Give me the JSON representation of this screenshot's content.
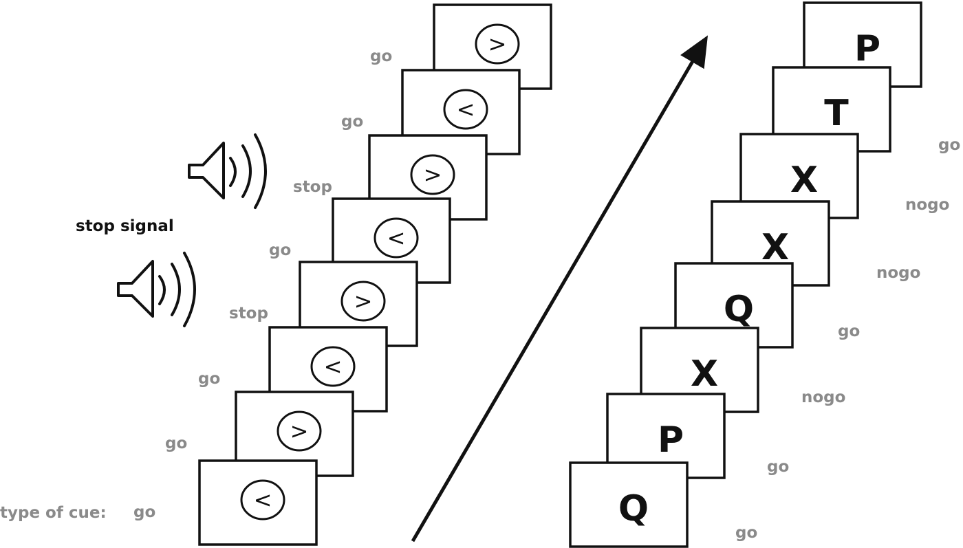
{
  "left_task": {
    "cue_prefix": "type of cue:",
    "stop_signal_label": "stop signal",
    "trials": [
      {
        "symbol": "<",
        "cue": "go"
      },
      {
        "symbol": ">",
        "cue": "go"
      },
      {
        "symbol": "<",
        "cue": "go"
      },
      {
        "symbol": ">",
        "cue": "stop"
      },
      {
        "symbol": "<",
        "cue": "go"
      },
      {
        "symbol": ">",
        "cue": "stop"
      },
      {
        "symbol": "<",
        "cue": "go"
      },
      {
        "symbol": ">",
        "cue": "go"
      }
    ]
  },
  "right_task": {
    "trials": [
      {
        "letter": "Q",
        "cue": "go"
      },
      {
        "letter": "P",
        "cue": "go"
      },
      {
        "letter": "X",
        "cue": "nogo"
      },
      {
        "letter": "Q",
        "cue": "go"
      },
      {
        "letter": "X",
        "cue": "nogo"
      },
      {
        "letter": "X",
        "cue": "nogo"
      },
      {
        "letter": "T",
        "cue": "go"
      },
      {
        "letter": "P",
        "cue": ""
      }
    ]
  },
  "icons": {
    "speaker": "speaker-icon",
    "time_arrow": "time-arrow"
  }
}
